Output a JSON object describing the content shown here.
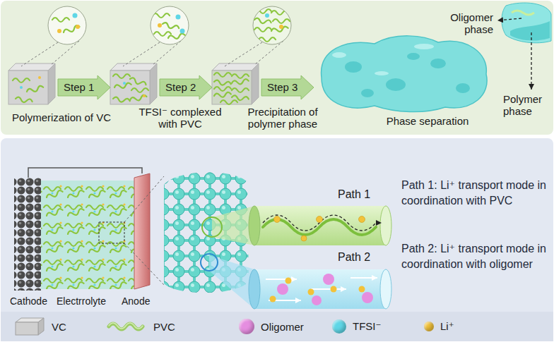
{
  "diagram": {
    "nodes": [
      {
        "text": [
          "Step 1"
        ]
      },
      {
        "text": [
          "Step 2"
        ]
      },
      {
        "text": [
          "Step 3"
        ]
      }
    ],
    "labels": [
      "Polymerization of VC",
      "TFSI⁻ complexed with PVC",
      "Precipitation of polymer phase",
      "Oligomer phase",
      "Polymer phase",
      "Phase separation",
      "Path 1",
      "Path 1: Li⁺ transport mode in coordination with PVC",
      "Path 2",
      "Path 2: Li⁺ transport mode in coordination with oligomer",
      "Cathode",
      "Electrrolyte",
      "Anode"
    ],
    "legend": [
      {
        "text": "VC"
      },
      {
        "text": "PVC"
      },
      {
        "text": "Oligomer",
        "color": "#e58ee0"
      },
      {
        "text": "TFSI⁻",
        "color": "#5fd6e6"
      },
      {
        "text": "Li⁺",
        "color": "#f2c23a"
      }
    ]
  }
}
